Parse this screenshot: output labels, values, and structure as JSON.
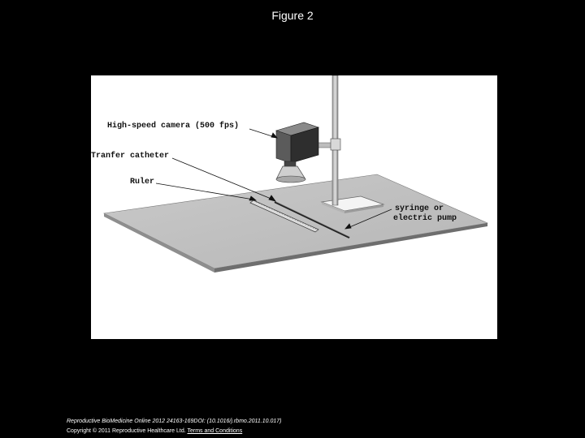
{
  "title": "Figure 2",
  "figure": {
    "labels": {
      "camera": "High-speed camera (500 fps)",
      "catheter": "Tranfer catheter",
      "ruler": "Ruler",
      "pump_line1": "syringe or",
      "pump_line2": "electric pump"
    }
  },
  "caption": {
    "citation": "Reproductive BioMedicine Online 2012 24163-169DOI: (10.1016/j.rbmo.2011.10.017)",
    "copyright": "Copyright © 2011 Reproductive Healthcare Ltd.",
    "terms_link": "Terms and Conditions"
  }
}
